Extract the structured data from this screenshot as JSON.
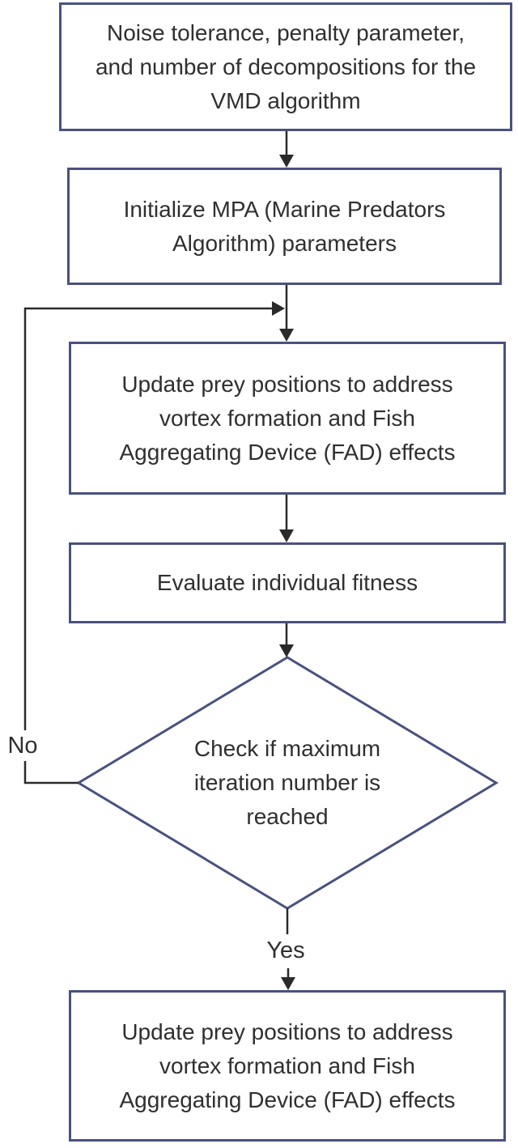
{
  "flowchart": {
    "nodes": {
      "vmd_inputs": {
        "text": "Noise tolerance, penalty parameter,\nand number of decompositions for the\nVMD algorithm"
      },
      "init_mpa": {
        "text": "Initialize MPA (Marine Predators\nAlgorithm) parameters"
      },
      "update_prey_loop": {
        "text": "Update prey positions to address\nvortex formation and Fish\nAggregating Device (FAD) effects"
      },
      "evaluate_fitness": {
        "text": "Evaluate individual fitness"
      },
      "check_max_iteration": {
        "text": "Check if maximum\niteration number is\nreached"
      },
      "update_prey_final": {
        "text": "Update prey positions to address\nvortex formation and Fish\nAggregating Device (FAD) effects"
      }
    },
    "edge_labels": {
      "no": "No",
      "yes": "Yes"
    },
    "colors": {
      "box_border": "#49517f",
      "line": "#2a2a2a",
      "text": "#2f2f2f",
      "background": "#ffffff"
    }
  }
}
